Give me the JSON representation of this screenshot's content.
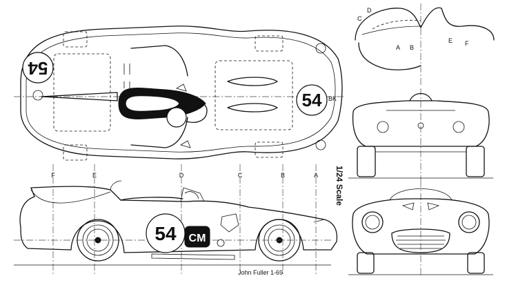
{
  "station_letters": [
    "F",
    "E",
    "D",
    "C",
    "B",
    "A"
  ],
  "scale_label": "1/24 Scale",
  "race_number": "54",
  "side_badge": "CM",
  "top_badge": "BK",
  "rear_view_letters": [
    "D",
    "C",
    "A",
    "B",
    "E",
    "F"
  ],
  "signature": "John Fuller  1-69"
}
